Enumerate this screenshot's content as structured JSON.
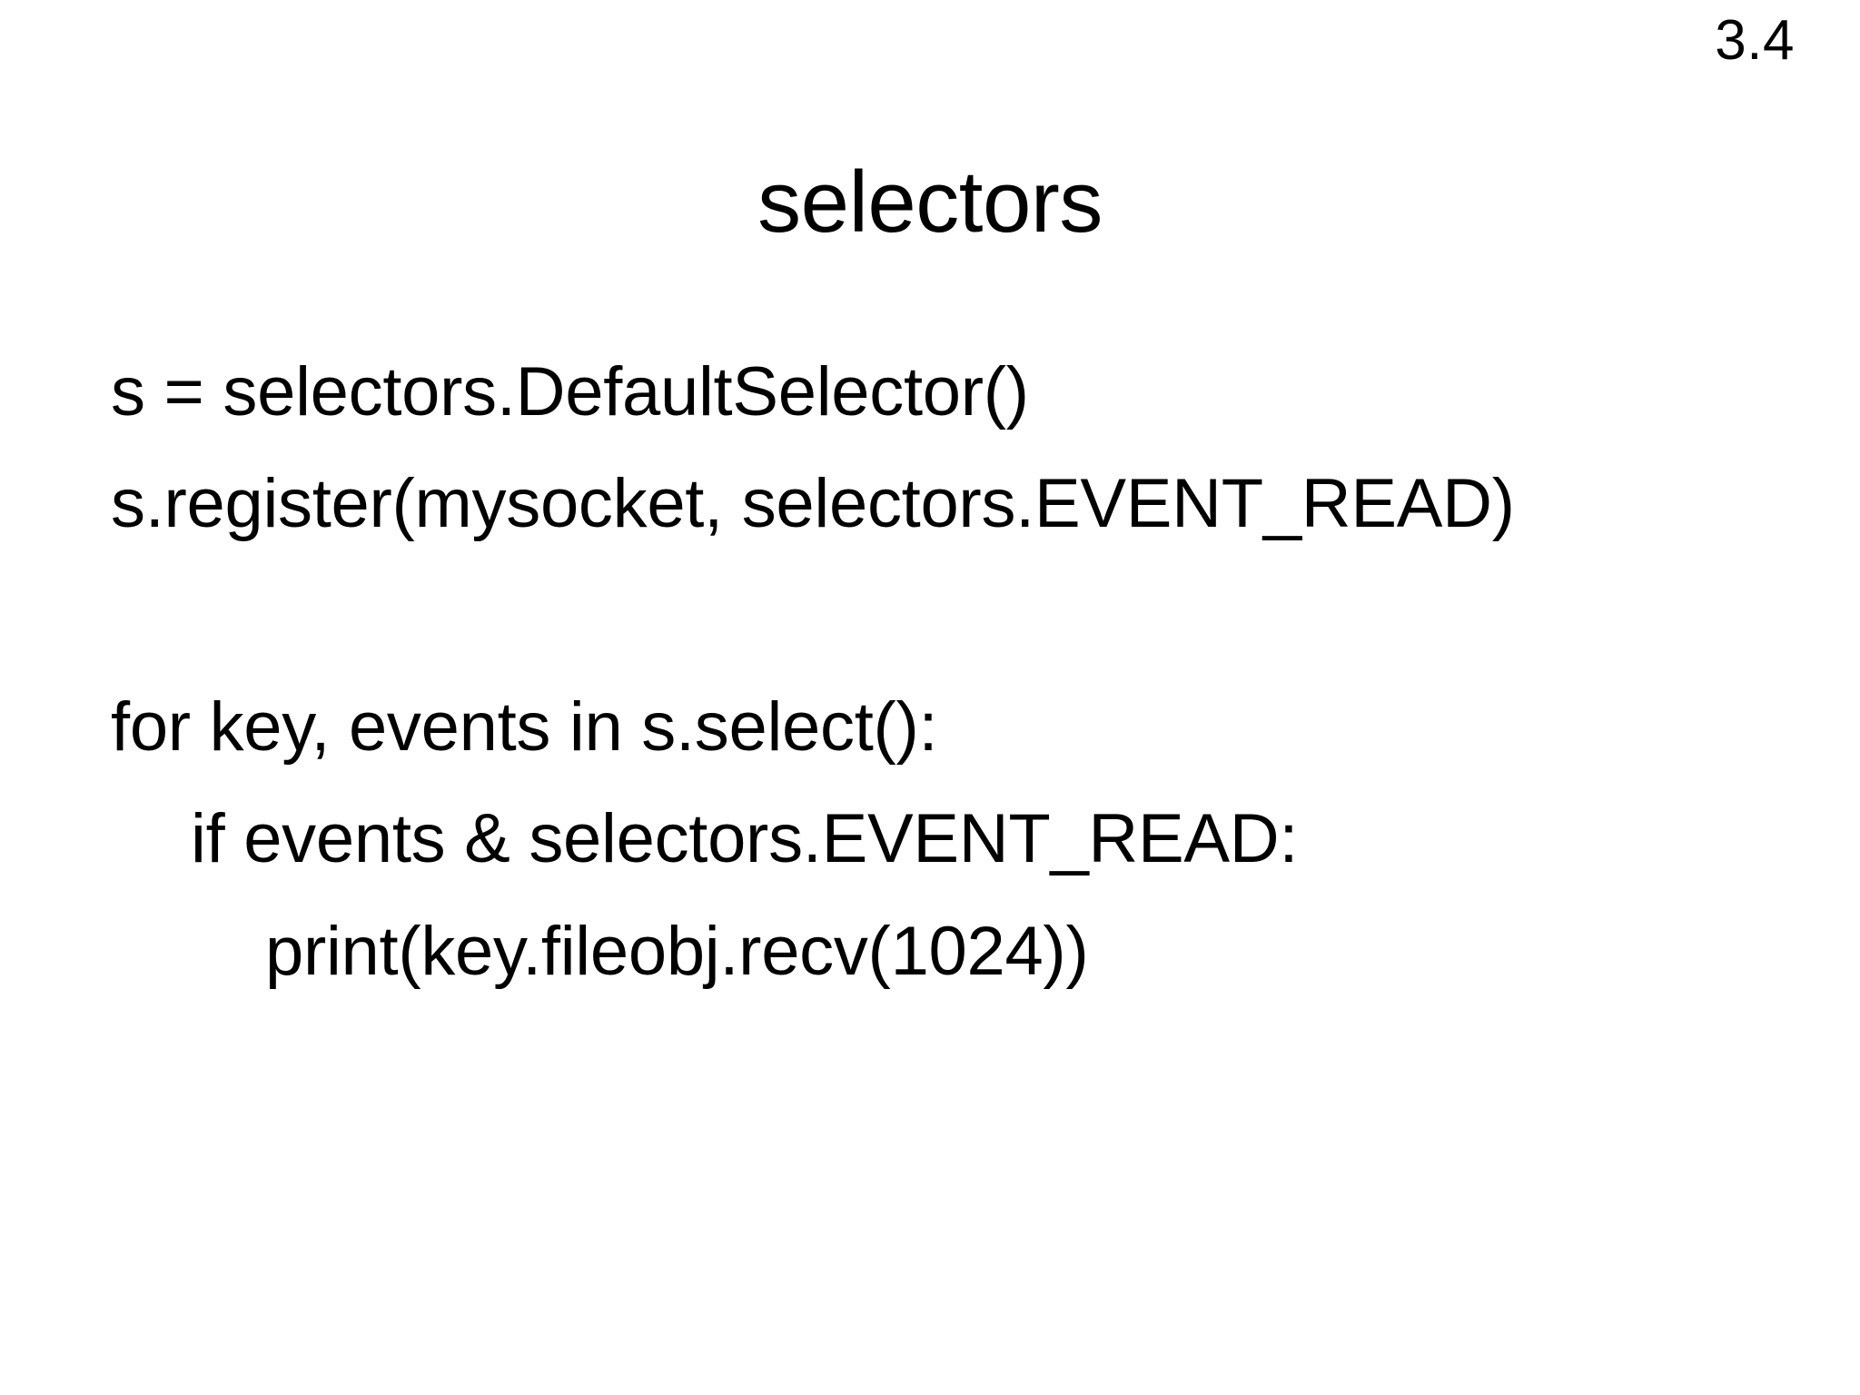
{
  "slide": {
    "page_number": "3.4",
    "title": "selectors",
    "background_color": "#ffffff",
    "text_color": "#000000",
    "code_lines": [
      {
        "text": "s = selectors.DefaultSelector()",
        "indent": 0
      },
      {
        "text": "s.register(mysocket, selectors.EVENT_READ)",
        "indent": 0
      },
      {
        "text": "",
        "indent": 0
      },
      {
        "text": "for key, events in s.select():",
        "indent": 0
      },
      {
        "text": "if events & selectors.EVENT_READ:",
        "indent": 1
      },
      {
        "text": "print(key.fileobj.recv(1024))",
        "indent": 2
      }
    ]
  }
}
